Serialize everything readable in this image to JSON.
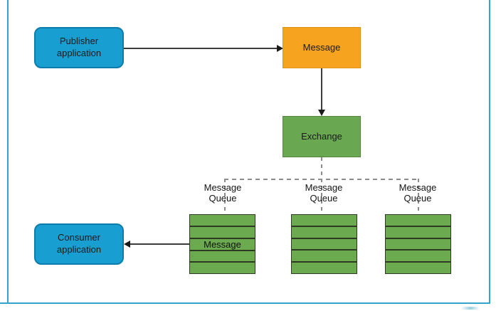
{
  "nodes": {
    "publisher": {
      "label": "Publisher application"
    },
    "message": {
      "label": "Message"
    },
    "exchange": {
      "label": "Exchange"
    },
    "consumer": {
      "label": "Consumer application"
    }
  },
  "queues": [
    {
      "label": "Message Queue",
      "rows": [
        "",
        "",
        "Message",
        "",
        ""
      ]
    },
    {
      "label": "Message Queue",
      "rows": [
        "",
        "",
        "",
        "",
        ""
      ]
    },
    {
      "label": "Message Queue",
      "rows": [
        "",
        "",
        "",
        "",
        ""
      ]
    }
  ],
  "colors": {
    "node_blue": "#199ed2",
    "node_blue_border": "#0d7cab",
    "node_orange": "#f6a41f",
    "node_green": "#69a850",
    "queue_green": "#6caa50",
    "queue_border": "#2c3b22",
    "frame_blue": "#35a4cd",
    "arrow_black": "#1a1a1a",
    "dash_gray": "#8c8c8c"
  }
}
